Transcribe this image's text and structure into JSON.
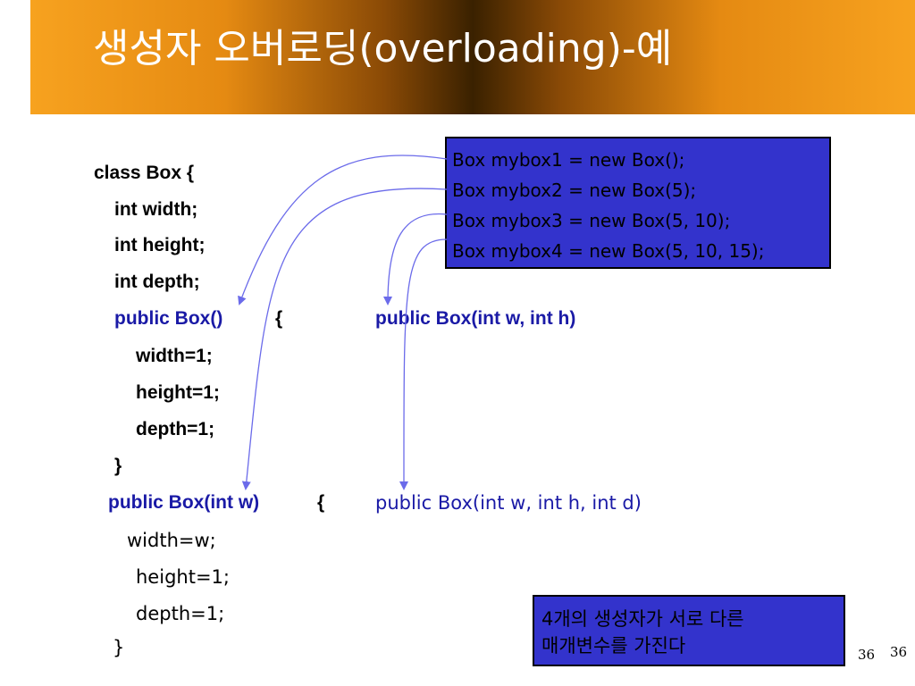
{
  "slide": {
    "title": "생성자 오버로딩(overloading)-예",
    "page_number": "36",
    "footer_number": "36"
  },
  "code": {
    "lines": [
      "class Box {",
      "int width;",
      "int height;",
      "int depth;",
      "public Box()",
      "{",
      "width=1;",
      "height=1;",
      "depth=1;",
      "}",
      "public Box(int w)",
      "{",
      "width=w;",
      "height=1;",
      "depth=1;",
      "}"
    ]
  },
  "constructors": {
    "two_args": "public Box(int w, int h)",
    "three_args": "public Box(int w, int h, int d)"
  },
  "callout": {
    "lines": [
      "Box mybox1 = new Box();",
      "Box mybox2 = new Box(5);",
      "Box mybox3 = new Box(5, 10);",
      "Box mybox4 = new Box(5, 10, 15);"
    ]
  },
  "note": {
    "lines": [
      "4개의 생성자가 서로 다른",
      "매개변수를 가진다"
    ]
  },
  "colors": {
    "header_orange": "#f7a21f",
    "header_dark": "#3a2100",
    "box_blue": "#3333cc",
    "code_blue": "#1a1aa6",
    "arrow_blue": "#6b6bea"
  }
}
